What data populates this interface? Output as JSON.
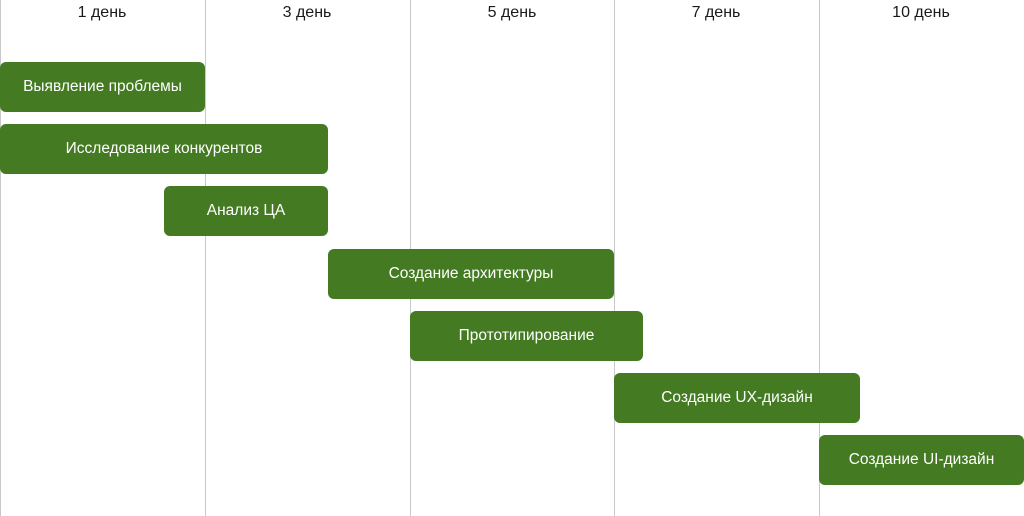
{
  "chart_data": {
    "type": "gantt",
    "columns": [
      "1 день",
      "3 день",
      "5 день",
      "7 день",
      "10 день"
    ],
    "bar_color": "#437a22",
    "tasks": [
      {
        "label": "Выявление проблемы",
        "start": 0.0,
        "end": 1.0
      },
      {
        "label": "Исследование конкурентов",
        "start": 0.0,
        "end": 1.6
      },
      {
        "label": "Анализ ЦА",
        "start": 0.8,
        "end": 1.6
      },
      {
        "label": "Создание архитектуры",
        "start": 1.6,
        "end": 3.0
      },
      {
        "label": "Прототипирование",
        "start": 2.0,
        "end": 3.14
      },
      {
        "label": "Создание UX-дизайн",
        "start": 3.0,
        "end": 4.2
      },
      {
        "label": "Создание UI-дизайн",
        "start": 4.0,
        "end": 5.0
      }
    ]
  }
}
